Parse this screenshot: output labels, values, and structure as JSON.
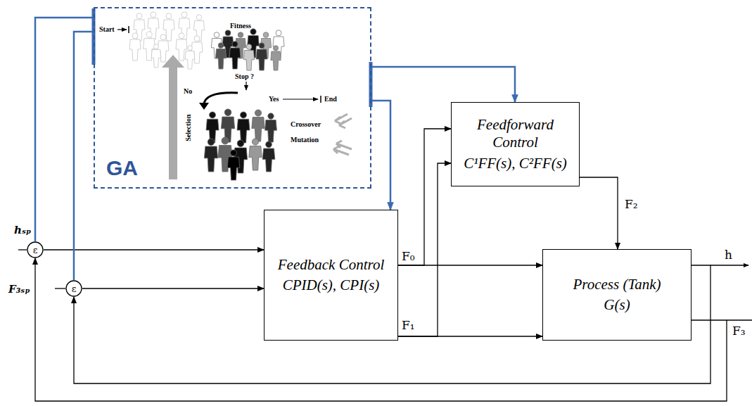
{
  "diagram": {
    "nodes": [
      {
        "text": [
          "GA"
        ]
      },
      {
        "text": [
          "Feedforward Control",
          "C¹FF(s), C²FF(s)"
        ]
      },
      {
        "text": [
          "ε"
        ]
      },
      {
        "text": [
          "Feedback Control",
          "CPID(s), CPI(s)"
        ]
      },
      {
        "text": [
          "ε"
        ]
      },
      {
        "text": [
          "Process (Tank)",
          "G(s)"
        ]
      }
    ],
    "edges": [
      {
        "from": 2,
        "to": 3,
        "arrow": "to"
      },
      {
        "from": 4,
        "to": 3,
        "arrow": "to"
      },
      {
        "from": 3,
        "to": 5,
        "arrow": "to"
      },
      {
        "from": 3,
        "to": 5,
        "arrow": "to"
      },
      {
        "from": 3,
        "to": 1,
        "arrow": "to"
      },
      {
        "from": 3,
        "to": 1,
        "arrow": "to"
      },
      {
        "from": 1,
        "to": 5,
        "label": "F₂",
        "arrow": "to"
      },
      {
        "from": 5,
        "to": 4,
        "arrow": "to"
      },
      {
        "from": 5,
        "to": 2,
        "arrow": "to"
      },
      {
        "from": 0,
        "to": 1,
        "arrow": "to"
      },
      {
        "from": 0,
        "to": 3,
        "arrow": "to"
      },
      {
        "from": 2,
        "to": 0,
        "arrow": "none"
      },
      {
        "from": 4,
        "to": 0,
        "arrow": "none"
      }
    ],
    "labels": [
      "Start",
      "Fitness",
      "Stop ?",
      "Yes",
      "End",
      "No",
      "Selection",
      "Crossover",
      "Mutation",
      "hₛₚ",
      "F₃ₛₚ",
      "F₀",
      "F₁",
      "h",
      "F₃"
    ]
  }
}
